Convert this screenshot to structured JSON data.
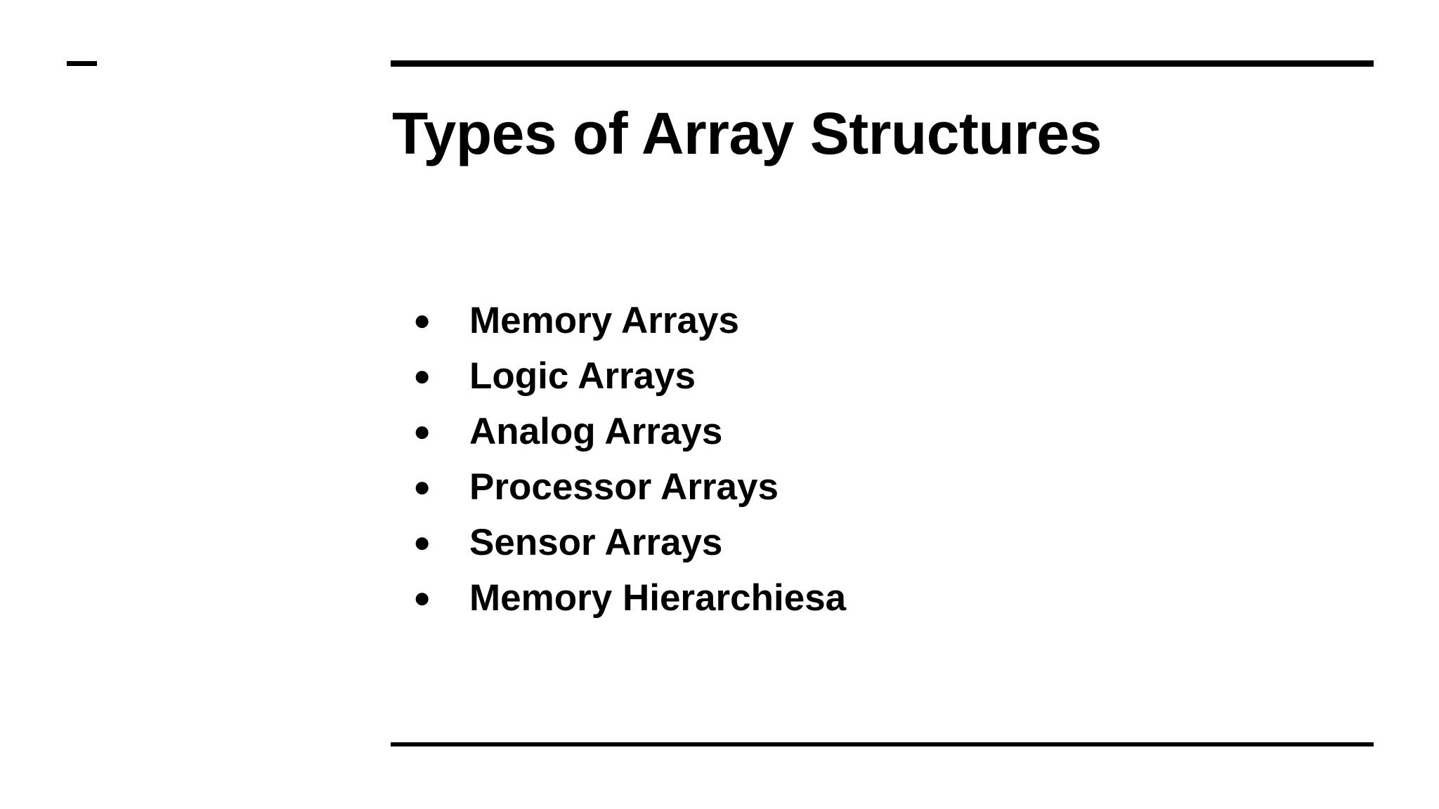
{
  "slide": {
    "background_color": "#ffffff",
    "text_color": "#000000",
    "title": "Types of Array Structures",
    "left_mark": "—",
    "bullet_glyph": "●",
    "items": [
      {
        "label": "Memory Arrays"
      },
      {
        "label": "Logic Arrays"
      },
      {
        "label": "Analog Arrays"
      },
      {
        "label": "Processor Arrays"
      },
      {
        "label": "Sensor Arrays"
      },
      {
        "label": "Memory Hierarchiesa"
      }
    ]
  }
}
